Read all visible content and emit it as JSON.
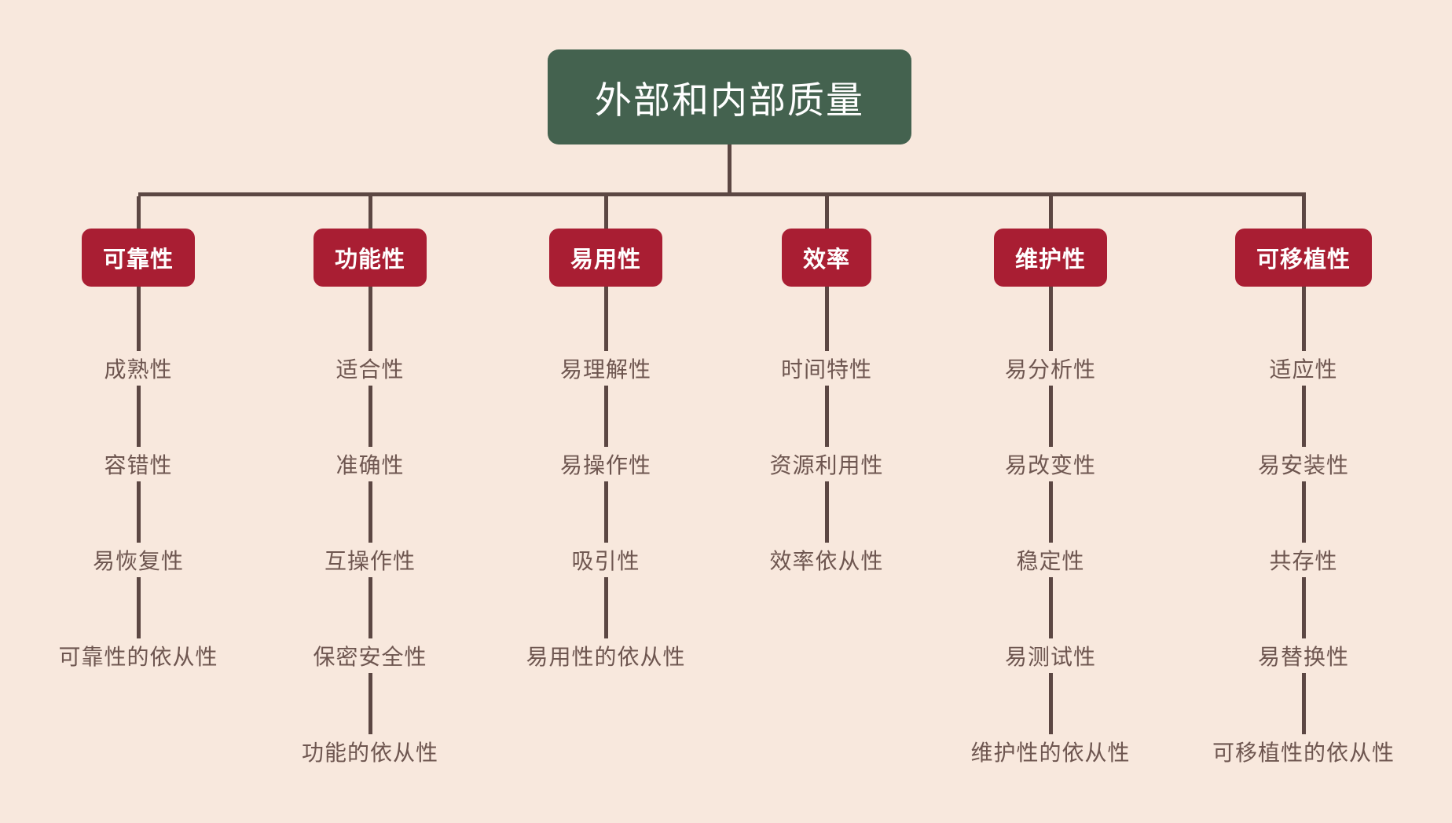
{
  "diagram": {
    "title": "外部和内部质量",
    "colors": {
      "background": "#F8E8DD",
      "root_box": "#44624F",
      "category_box": "#A91E33",
      "connector": "#5C4743",
      "label_text": "#6E5650",
      "box_text": "#FFFFFF"
    },
    "columns": [
      {
        "label": "可靠性",
        "children": [
          "成熟性",
          "容错性",
          "易恢复性",
          "可靠性的依从性"
        ]
      },
      {
        "label": "功能性",
        "children": [
          "适合性",
          "准确性",
          "互操作性",
          "保密安全性",
          "功能的依从性"
        ]
      },
      {
        "label": "易用性",
        "children": [
          "易理解性",
          "易操作性",
          "吸引性",
          "易用性的依从性"
        ]
      },
      {
        "label": "效率",
        "children": [
          "时间特性",
          "资源利用性",
          "效率依从性"
        ]
      },
      {
        "label": "维护性",
        "children": [
          "易分析性",
          "易改变性",
          "稳定性",
          "易测试性",
          "维护性的依从性"
        ]
      },
      {
        "label": "可移植性",
        "children": [
          "适应性",
          "易安装性",
          "共存性",
          "易替换性",
          "可移植性的依从性"
        ]
      }
    ]
  }
}
